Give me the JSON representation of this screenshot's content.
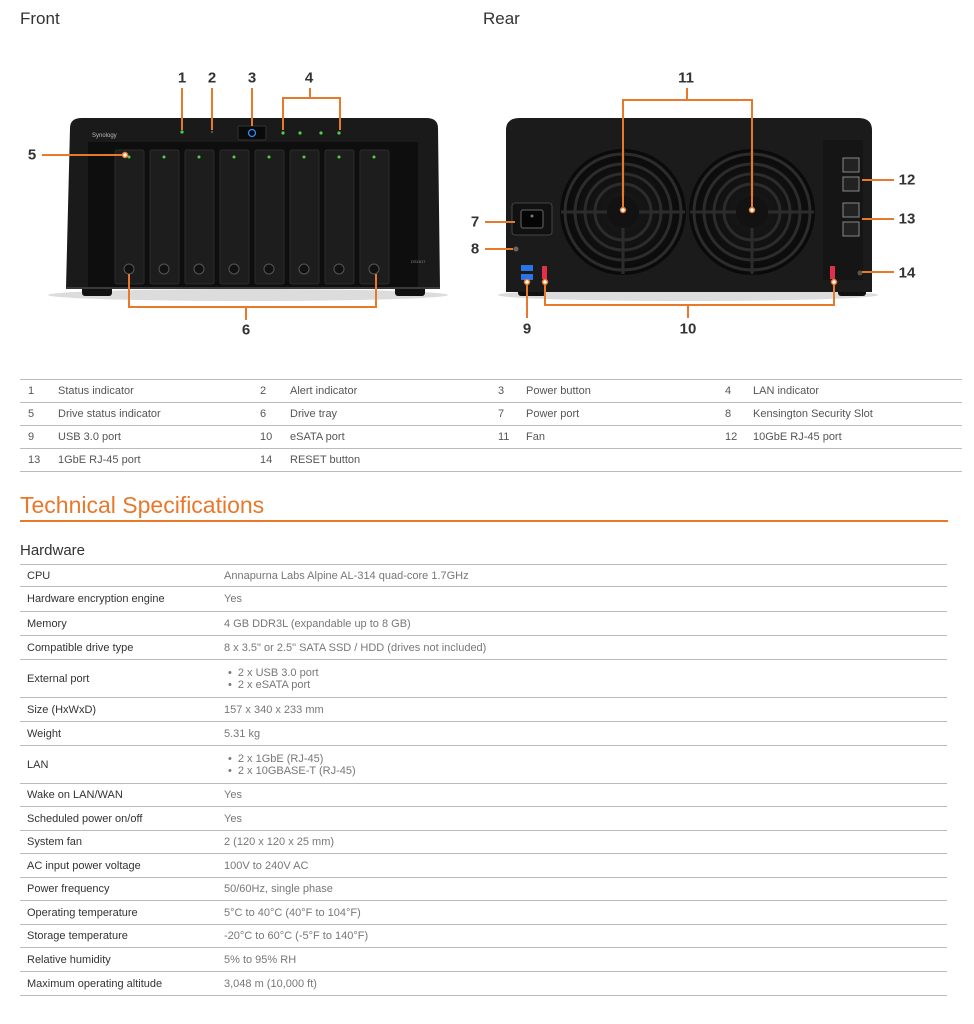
{
  "views": {
    "front": "Front",
    "rear": "Rear"
  },
  "front_device": {
    "brand": "Synology",
    "model_tag": "DS1817"
  },
  "callouts": {
    "c1": "1",
    "c2": "2",
    "c3": "3",
    "c4": "4",
    "c5": "5",
    "c6": "6",
    "c7": "7",
    "c8": "8",
    "c9": "9",
    "c10": "10",
    "c11": "11",
    "c12": "12",
    "c13": "13",
    "c14": "14"
  },
  "legend": [
    [
      {
        "num": "1",
        "label": "Status indicator"
      },
      {
        "num": "2",
        "label": "Alert indicator"
      },
      {
        "num": "3",
        "label": "Power button"
      },
      {
        "num": "4",
        "label": "LAN indicator"
      }
    ],
    [
      {
        "num": "5",
        "label": "Drive status indicator"
      },
      {
        "num": "6",
        "label": "Drive tray"
      },
      {
        "num": "7",
        "label": "Power port"
      },
      {
        "num": "8",
        "label": "Kensington Security Slot"
      }
    ],
    [
      {
        "num": "9",
        "label": "USB 3.0 port"
      },
      {
        "num": "10",
        "label": "eSATA port"
      },
      {
        "num": "11",
        "label": "Fan"
      },
      {
        "num": "12",
        "label": "10GbE RJ-45 port"
      }
    ],
    [
      {
        "num": "13",
        "label": "1GbE RJ-45 port"
      },
      {
        "num": "14",
        "label": "RESET button"
      },
      null,
      null
    ]
  ],
  "specs": {
    "section_title": "Technical Specifications",
    "hardware_title": "Hardware",
    "rows": [
      {
        "label": "CPU",
        "values": [
          "Annapurna Labs Alpine AL-314 quad-core 1.7GHz"
        ],
        "bullets": false
      },
      {
        "label": "Hardware encryption engine",
        "values": [
          "Yes"
        ],
        "bullets": false
      },
      {
        "label": "Memory",
        "values": [
          "4 GB DDR3L (expandable up to 8 GB)"
        ],
        "bullets": false
      },
      {
        "label": "Compatible drive type",
        "values": [
          "8 x 3.5\" or 2.5\" SATA SSD / HDD (drives not included)"
        ],
        "bullets": false
      },
      {
        "label": "External port",
        "values": [
          "2 x USB 3.0 port",
          "2 x eSATA port"
        ],
        "bullets": true
      },
      {
        "label": "Size (HxWxD)",
        "values": [
          "157 x 340 x 233 mm"
        ],
        "bullets": false
      },
      {
        "label": "Weight",
        "values": [
          "5.31 kg"
        ],
        "bullets": false
      },
      {
        "label": "LAN",
        "values": [
          "2 x 1GbE (RJ-45)",
          "2 x 10GBASE-T (RJ-45)"
        ],
        "bullets": true
      },
      {
        "label": "Wake on LAN/WAN",
        "values": [
          "Yes"
        ],
        "bullets": false
      },
      {
        "label": "Scheduled power on/off",
        "values": [
          "Yes"
        ],
        "bullets": false
      },
      {
        "label": "System fan",
        "values": [
          "2 (120 x 120 x 25 mm)"
        ],
        "bullets": false
      },
      {
        "label": "AC input power voltage",
        "values": [
          "100V to 240V AC"
        ],
        "bullets": false
      },
      {
        "label": "Power frequency",
        "values": [
          "50/60Hz, single phase"
        ],
        "bullets": false
      },
      {
        "label": "Operating temperature",
        "values": [
          "5°C to 40°C (40°F to 104°F)"
        ],
        "bullets": false
      },
      {
        "label": "Storage temperature",
        "values": [
          "-20°C to 60°C (-5°F to 140°F)"
        ],
        "bullets": false
      },
      {
        "label": "Relative humidity",
        "values": [
          "5% to 95% RH"
        ],
        "bullets": false
      },
      {
        "label": "Maximum operating altitude",
        "values": [
          "3,048 m (10,000 ft)"
        ],
        "bullets": false
      }
    ]
  },
  "colors": {
    "accent": "#e8782a",
    "led_green": "#4cd04c",
    "power_blue": "#2f8cff",
    "esata_red": "#e0304a",
    "usb_blue": "#2a74e8"
  }
}
